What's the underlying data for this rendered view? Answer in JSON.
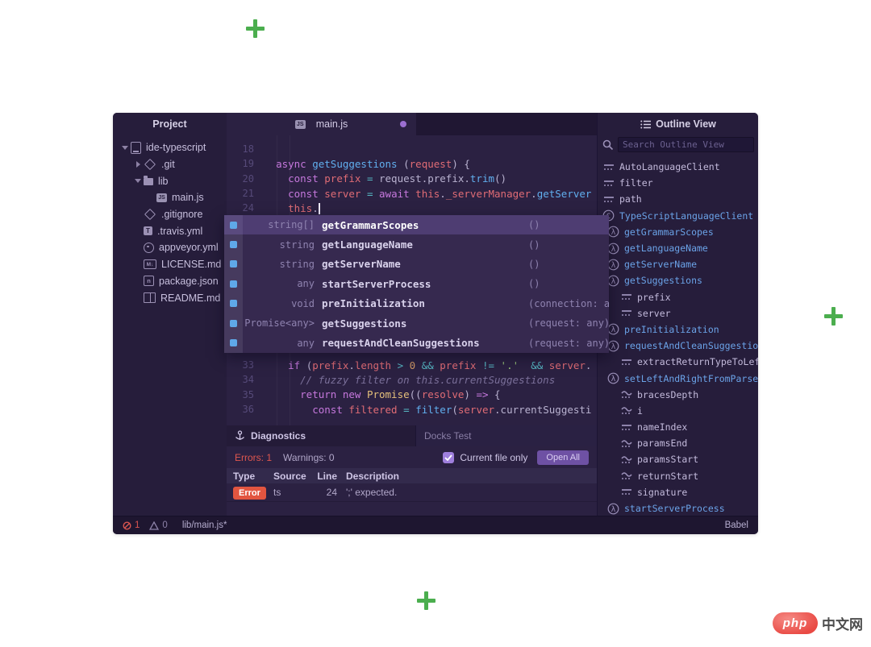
{
  "decoration": {
    "plus_color": "#4bae4e"
  },
  "watermark": {
    "logo": "php",
    "text": "中文网"
  },
  "project": {
    "title": "Project",
    "tree": [
      {
        "label": "ide-typescript",
        "icon": "repo",
        "chevron": "down",
        "indent": 0
      },
      {
        "label": ".git",
        "icon": "git",
        "chevron": "right",
        "indent": 1
      },
      {
        "label": "lib",
        "icon": "folder",
        "chevron": "down",
        "indent": 1
      },
      {
        "label": "main.js",
        "icon": "js",
        "chevron": "none",
        "indent": 2
      },
      {
        "label": ".gitignore",
        "icon": "git",
        "chevron": "none",
        "indent": 1
      },
      {
        "label": ".travis.yml",
        "icon": "travis",
        "chevron": "none",
        "indent": 1
      },
      {
        "label": "appveyor.yml",
        "icon": "appveyor",
        "chevron": "none",
        "indent": 1
      },
      {
        "label": "LICENSE.md",
        "icon": "markdown",
        "chevron": "none",
        "indent": 1
      },
      {
        "label": "package.json",
        "icon": "npm",
        "chevron": "none",
        "indent": 1
      },
      {
        "label": "README.md",
        "icon": "book",
        "chevron": "none",
        "indent": 1
      }
    ]
  },
  "editor": {
    "tab": {
      "label": "main.js",
      "modified": true
    },
    "code_top": [
      {
        "num": "18",
        "tokens": []
      },
      {
        "num": "19",
        "tokens": [
          [
            "pl",
            "  "
          ],
          [
            "kw",
            "async "
          ],
          [
            "fn",
            "getSuggestions"
          ],
          [
            "pl",
            " ("
          ],
          [
            "vr",
            "request"
          ],
          [
            "pl",
            ") {"
          ]
        ]
      },
      {
        "num": "20",
        "tokens": [
          [
            "pl",
            "    "
          ],
          [
            "kw",
            "const "
          ],
          [
            "vr",
            "prefix"
          ],
          [
            "pl",
            " "
          ],
          [
            "op",
            "="
          ],
          [
            "pl",
            " request.prefix."
          ],
          [
            "fn",
            "trim"
          ],
          [
            "pl",
            "()"
          ]
        ]
      },
      {
        "num": "21",
        "tokens": [
          [
            "pl",
            "    "
          ],
          [
            "kw",
            "const "
          ],
          [
            "vr",
            "server"
          ],
          [
            "pl",
            " "
          ],
          [
            "op",
            "="
          ],
          [
            "pl",
            " "
          ],
          [
            "kw",
            "await "
          ],
          [
            "vr",
            "this"
          ],
          [
            "pl",
            "."
          ],
          [
            "vr",
            "_serverManager"
          ],
          [
            "pl",
            "."
          ],
          [
            "fn",
            "getServer"
          ]
        ]
      },
      {
        "num": "24",
        "tokens": [
          [
            "pl",
            "    "
          ],
          [
            "vr",
            "this"
          ],
          [
            "pl",
            "."
          ]
        ],
        "cursor": true
      }
    ],
    "code_bottom": [
      {
        "num": "33",
        "tokens": [
          [
            "pl",
            "    "
          ],
          [
            "kw",
            "if "
          ],
          [
            "pl",
            "("
          ],
          [
            "vr",
            "prefix"
          ],
          [
            "pl",
            "."
          ],
          [
            "vr",
            "length"
          ],
          [
            "op",
            " > "
          ],
          [
            "nm",
            "0"
          ],
          [
            "op",
            " && "
          ],
          [
            "vr",
            "prefix"
          ],
          [
            "op",
            " != "
          ],
          [
            "st",
            "'.'"
          ],
          [
            "pl",
            "  "
          ],
          [
            "op",
            "&& "
          ],
          [
            "vr",
            "server"
          ],
          [
            "pl",
            "."
          ]
        ]
      },
      {
        "num": "34",
        "tokens": [
          [
            "pl",
            "      "
          ],
          [
            "cm",
            "// fuzzy filter on this.currentSuggestions"
          ]
        ]
      },
      {
        "num": "35",
        "tokens": [
          [
            "pl",
            "      "
          ],
          [
            "kw",
            "return "
          ],
          [
            "kw",
            "new "
          ],
          [
            "cls",
            "Promise"
          ],
          [
            "pl",
            "(("
          ],
          [
            "vr",
            "resolve"
          ],
          [
            "pl",
            ") "
          ],
          [
            "kw",
            "=>"
          ],
          [
            "pl",
            " {"
          ]
        ]
      },
      {
        "num": "36",
        "tokens": [
          [
            "pl",
            "        "
          ],
          [
            "kw",
            "const "
          ],
          [
            "vr",
            "filtered"
          ],
          [
            "pl",
            " "
          ],
          [
            "op",
            "="
          ],
          [
            "pl",
            " "
          ],
          [
            "fn",
            "filter"
          ],
          [
            "pl",
            "("
          ],
          [
            "vr",
            "server"
          ],
          [
            "pl",
            ".currentSuggesti"
          ]
        ]
      }
    ]
  },
  "autocomplete": {
    "rows": [
      {
        "type": "string[]",
        "label": "getGrammarScopes",
        "params": "()",
        "selected": true
      },
      {
        "type": "string",
        "label": "getLanguageName",
        "params": "()",
        "selected": false
      },
      {
        "type": "string",
        "label": "getServerName",
        "params": "()",
        "selected": false
      },
      {
        "type": "any",
        "label": "startServerProcess",
        "params": "()",
        "selected": false
      },
      {
        "type": "void",
        "label": "preInitialization",
        "params": "(connection: any",
        "selected": false
      },
      {
        "type": "Promise<any>",
        "label": "getSuggestions",
        "params": "(request: any)",
        "selected": false
      },
      {
        "type": "any",
        "label": "requestAndCleanSuggestions",
        "params": "(request: any)",
        "selected": false
      }
    ]
  },
  "outline": {
    "title": "Outline View",
    "search_placeholder": "Search Outline View",
    "items": [
      {
        "label": "AutoLanguageClient",
        "icon": "const",
        "indent": 0,
        "highlight": false
      },
      {
        "label": "filter",
        "icon": "const",
        "indent": 0,
        "highlight": false
      },
      {
        "label": "path",
        "icon": "const",
        "indent": 0,
        "highlight": false
      },
      {
        "label": "TypeScriptLanguageClient",
        "icon": "class",
        "indent": 0,
        "highlight": true
      },
      {
        "label": "getGrammarScopes",
        "icon": "func",
        "indent": 1,
        "highlight": true
      },
      {
        "label": "getLanguageName",
        "icon": "func",
        "indent": 1,
        "highlight": true
      },
      {
        "label": "getServerName",
        "icon": "func",
        "indent": 1,
        "highlight": true
      },
      {
        "label": "getSuggestions",
        "icon": "func",
        "indent": 1,
        "highlight": true
      },
      {
        "label": "prefix",
        "icon": "const",
        "indent": 2,
        "highlight": false
      },
      {
        "label": "server",
        "icon": "const",
        "indent": 2,
        "highlight": false
      },
      {
        "label": "preInitialization",
        "icon": "func",
        "indent": 1,
        "highlight": true
      },
      {
        "label": "requestAndCleanSuggestions",
        "icon": "func",
        "indent": 1,
        "highlight": true
      },
      {
        "label": "extractReturnTypeToLeft",
        "icon": "const",
        "indent": 2,
        "highlight": false
      },
      {
        "label": "setLeftAndRightFromParsed",
        "icon": "func",
        "indent": 1,
        "highlight": true
      },
      {
        "label": "bracesDepth",
        "icon": "let",
        "indent": 2,
        "highlight": false
      },
      {
        "label": "i",
        "icon": "let",
        "indent": 2,
        "highlight": false
      },
      {
        "label": "nameIndex",
        "icon": "const",
        "indent": 2,
        "highlight": false
      },
      {
        "label": "paramsEnd",
        "icon": "let",
        "indent": 2,
        "highlight": false
      },
      {
        "label": "paramsStart",
        "icon": "let",
        "indent": 2,
        "highlight": false
      },
      {
        "label": "returnStart",
        "icon": "let",
        "indent": 2,
        "highlight": false
      },
      {
        "label": "signature",
        "icon": "const",
        "indent": 2,
        "highlight": false
      },
      {
        "label": "startServerProcess",
        "icon": "func",
        "indent": 1,
        "highlight": true
      }
    ]
  },
  "diagnostics": {
    "tab_label": "Diagnostics",
    "tab2_label": "Docks Test",
    "errors": "Errors: 1",
    "warnings": "Warnings: 0",
    "filter_label": "Current file only",
    "filter_checked": true,
    "open_all_label": "Open All",
    "columns": [
      "Type",
      "Source",
      "Line",
      "Description"
    ],
    "rows": [
      {
        "type": "Error",
        "source": "ts",
        "line": "24",
        "description": "';' expected."
      }
    ]
  },
  "status": {
    "errors": "1",
    "warnings": "0",
    "file": "lib/main.js*",
    "right_label": "Babel"
  }
}
